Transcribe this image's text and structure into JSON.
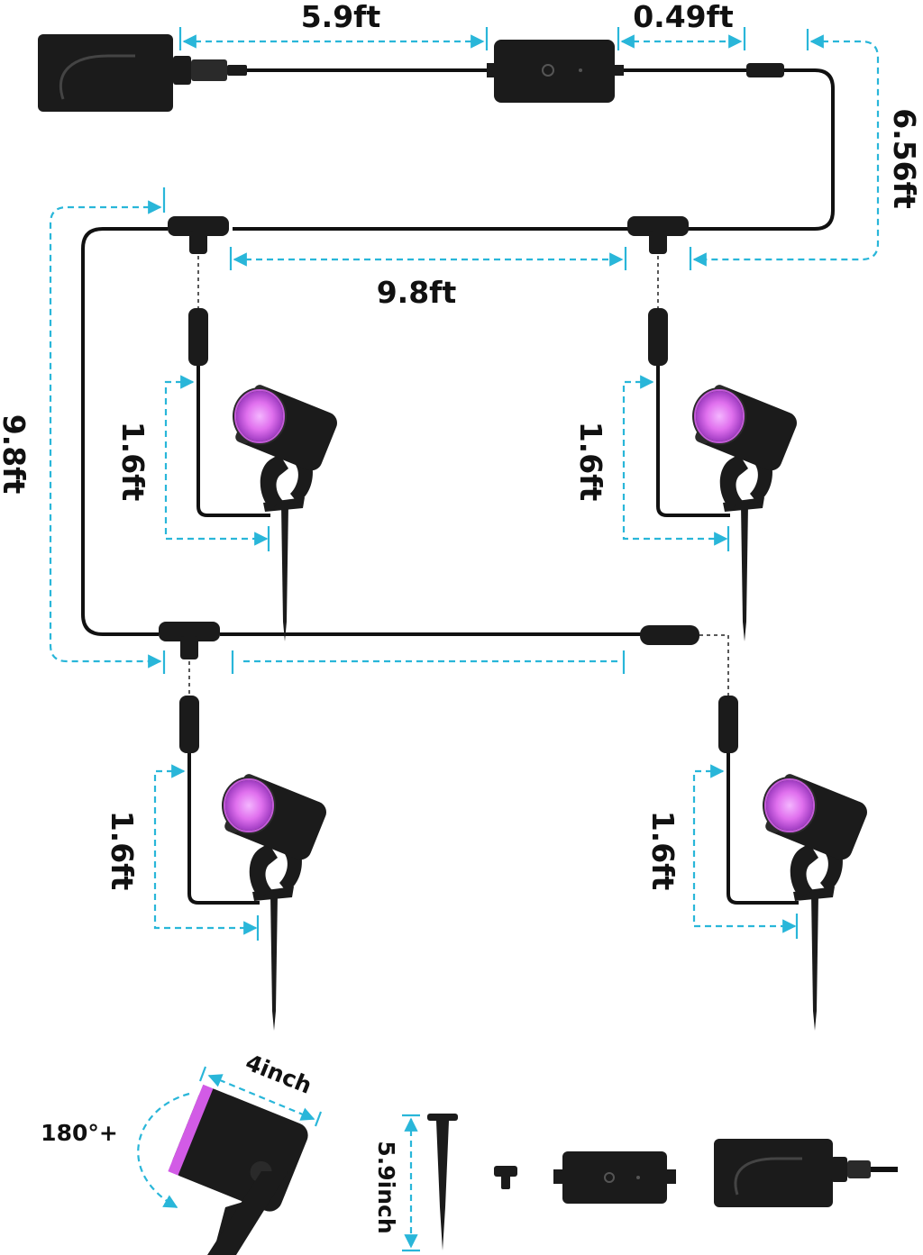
{
  "dimensions": {
    "adapter_to_controller": "5.9ft",
    "controller_to_connector": "0.49ft",
    "connector_to_tee": "6.56ft",
    "tee_to_tee_top": "9.8ft",
    "tee_to_tee_left": "9.8ft",
    "light1_lead": "1.6ft",
    "light2_lead": "1.6ft",
    "light3_lead": "1.6ft",
    "light4_lead": "1.6ft",
    "lamp_width": "4inch",
    "rotation": "180°+",
    "stake_length": "5.9inch"
  },
  "colors": {
    "dimension_line": "#29b6d9",
    "cable": "#111111",
    "light_glow": "#e070ee",
    "device": "#1b1b1b"
  }
}
